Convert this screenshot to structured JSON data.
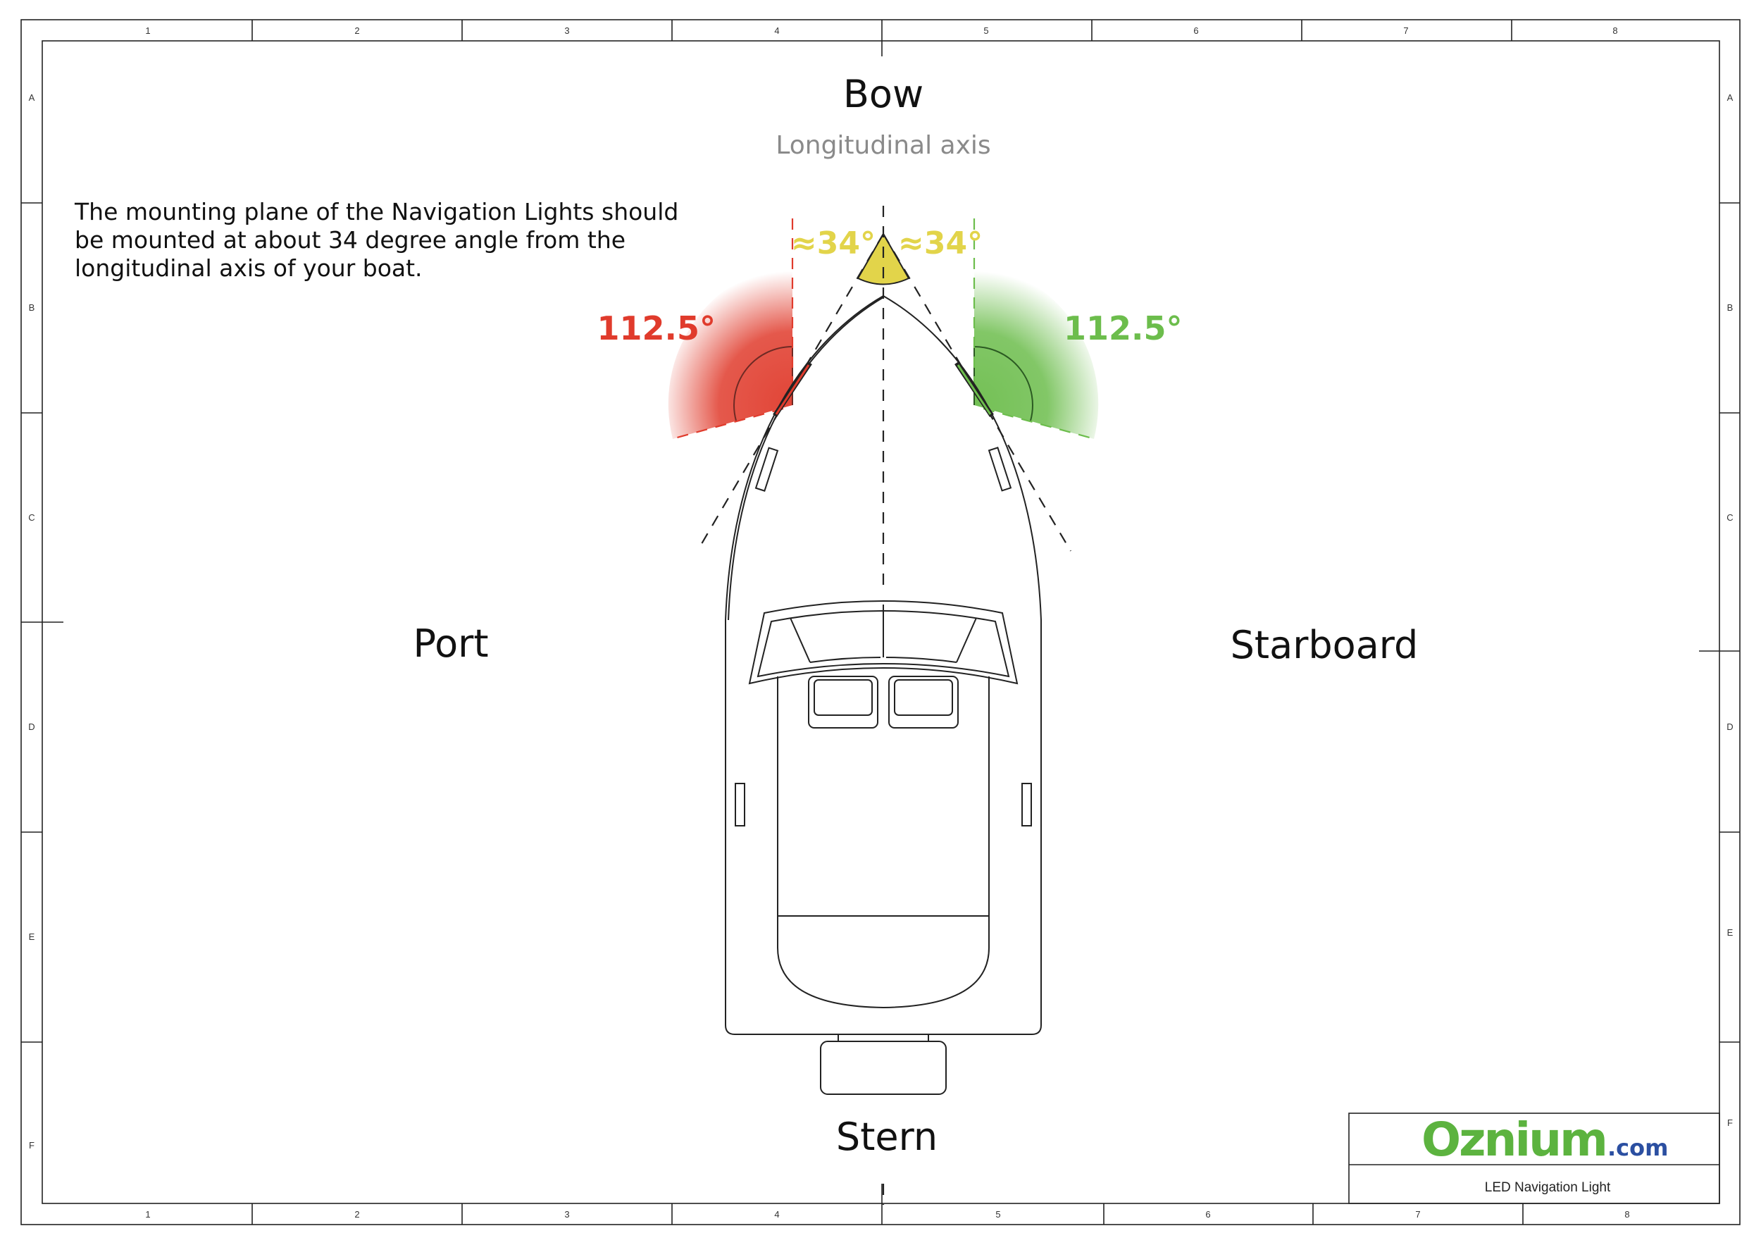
{
  "labels": {
    "bow": "Bow",
    "longitudinal_axis": "Longitudinal axis",
    "port": "Port",
    "starboard": "Starboard",
    "stern": "Stern"
  },
  "note": {
    "line1": "The mounting plane of the Navigation Lights should",
    "line2": "be mounted at about 34 degree angle from the",
    "line3": "longitudinal axis of your boat."
  },
  "angles": {
    "port": "112.5°",
    "starboard": "112.5°",
    "bow_left": "≈34°",
    "bow_right": "≈34°"
  },
  "zones": {
    "top_columns": [
      "1",
      "2",
      "3",
      "4",
      "5",
      "6",
      "7",
      "8"
    ],
    "bottom_columns": [
      "1",
      "2",
      "3",
      "4",
      "5",
      "6",
      "7",
      "8"
    ],
    "rows": [
      "A",
      "B",
      "C",
      "D",
      "E",
      "F"
    ]
  },
  "title_block": {
    "logo_main": "Oznium",
    "logo_suffix": ".com",
    "caption": "LED Navigation Light"
  },
  "colors": {
    "port": "#e03b2c",
    "starboard": "#6cbd4c",
    "bow": "#e2d44a",
    "logo_green": "#5cb33f",
    "logo_blue": "#2b4fa1"
  }
}
